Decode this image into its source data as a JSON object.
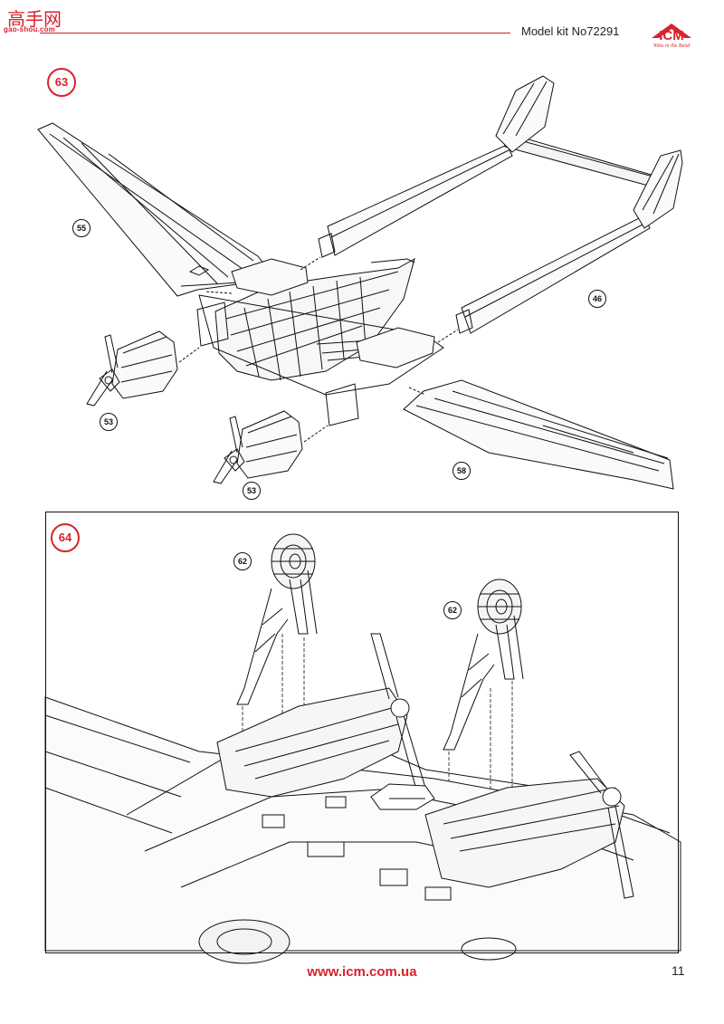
{
  "header": {
    "watermark_text": "gao-shou.com",
    "watermark_glyphs": "高手网",
    "kit_label": "Model kit No72291",
    "brand": "ICM",
    "brand_tagline": "Wins in the Bend",
    "accent_color": "#d8232a"
  },
  "steps": [
    {
      "number": "63",
      "callouts": [
        "55",
        "46",
        "53",
        "53",
        "58"
      ]
    },
    {
      "number": "64",
      "callouts": [
        "62",
        "62"
      ]
    }
  ],
  "footer": {
    "url": "www.icm.com.ua",
    "page_number": "11"
  }
}
